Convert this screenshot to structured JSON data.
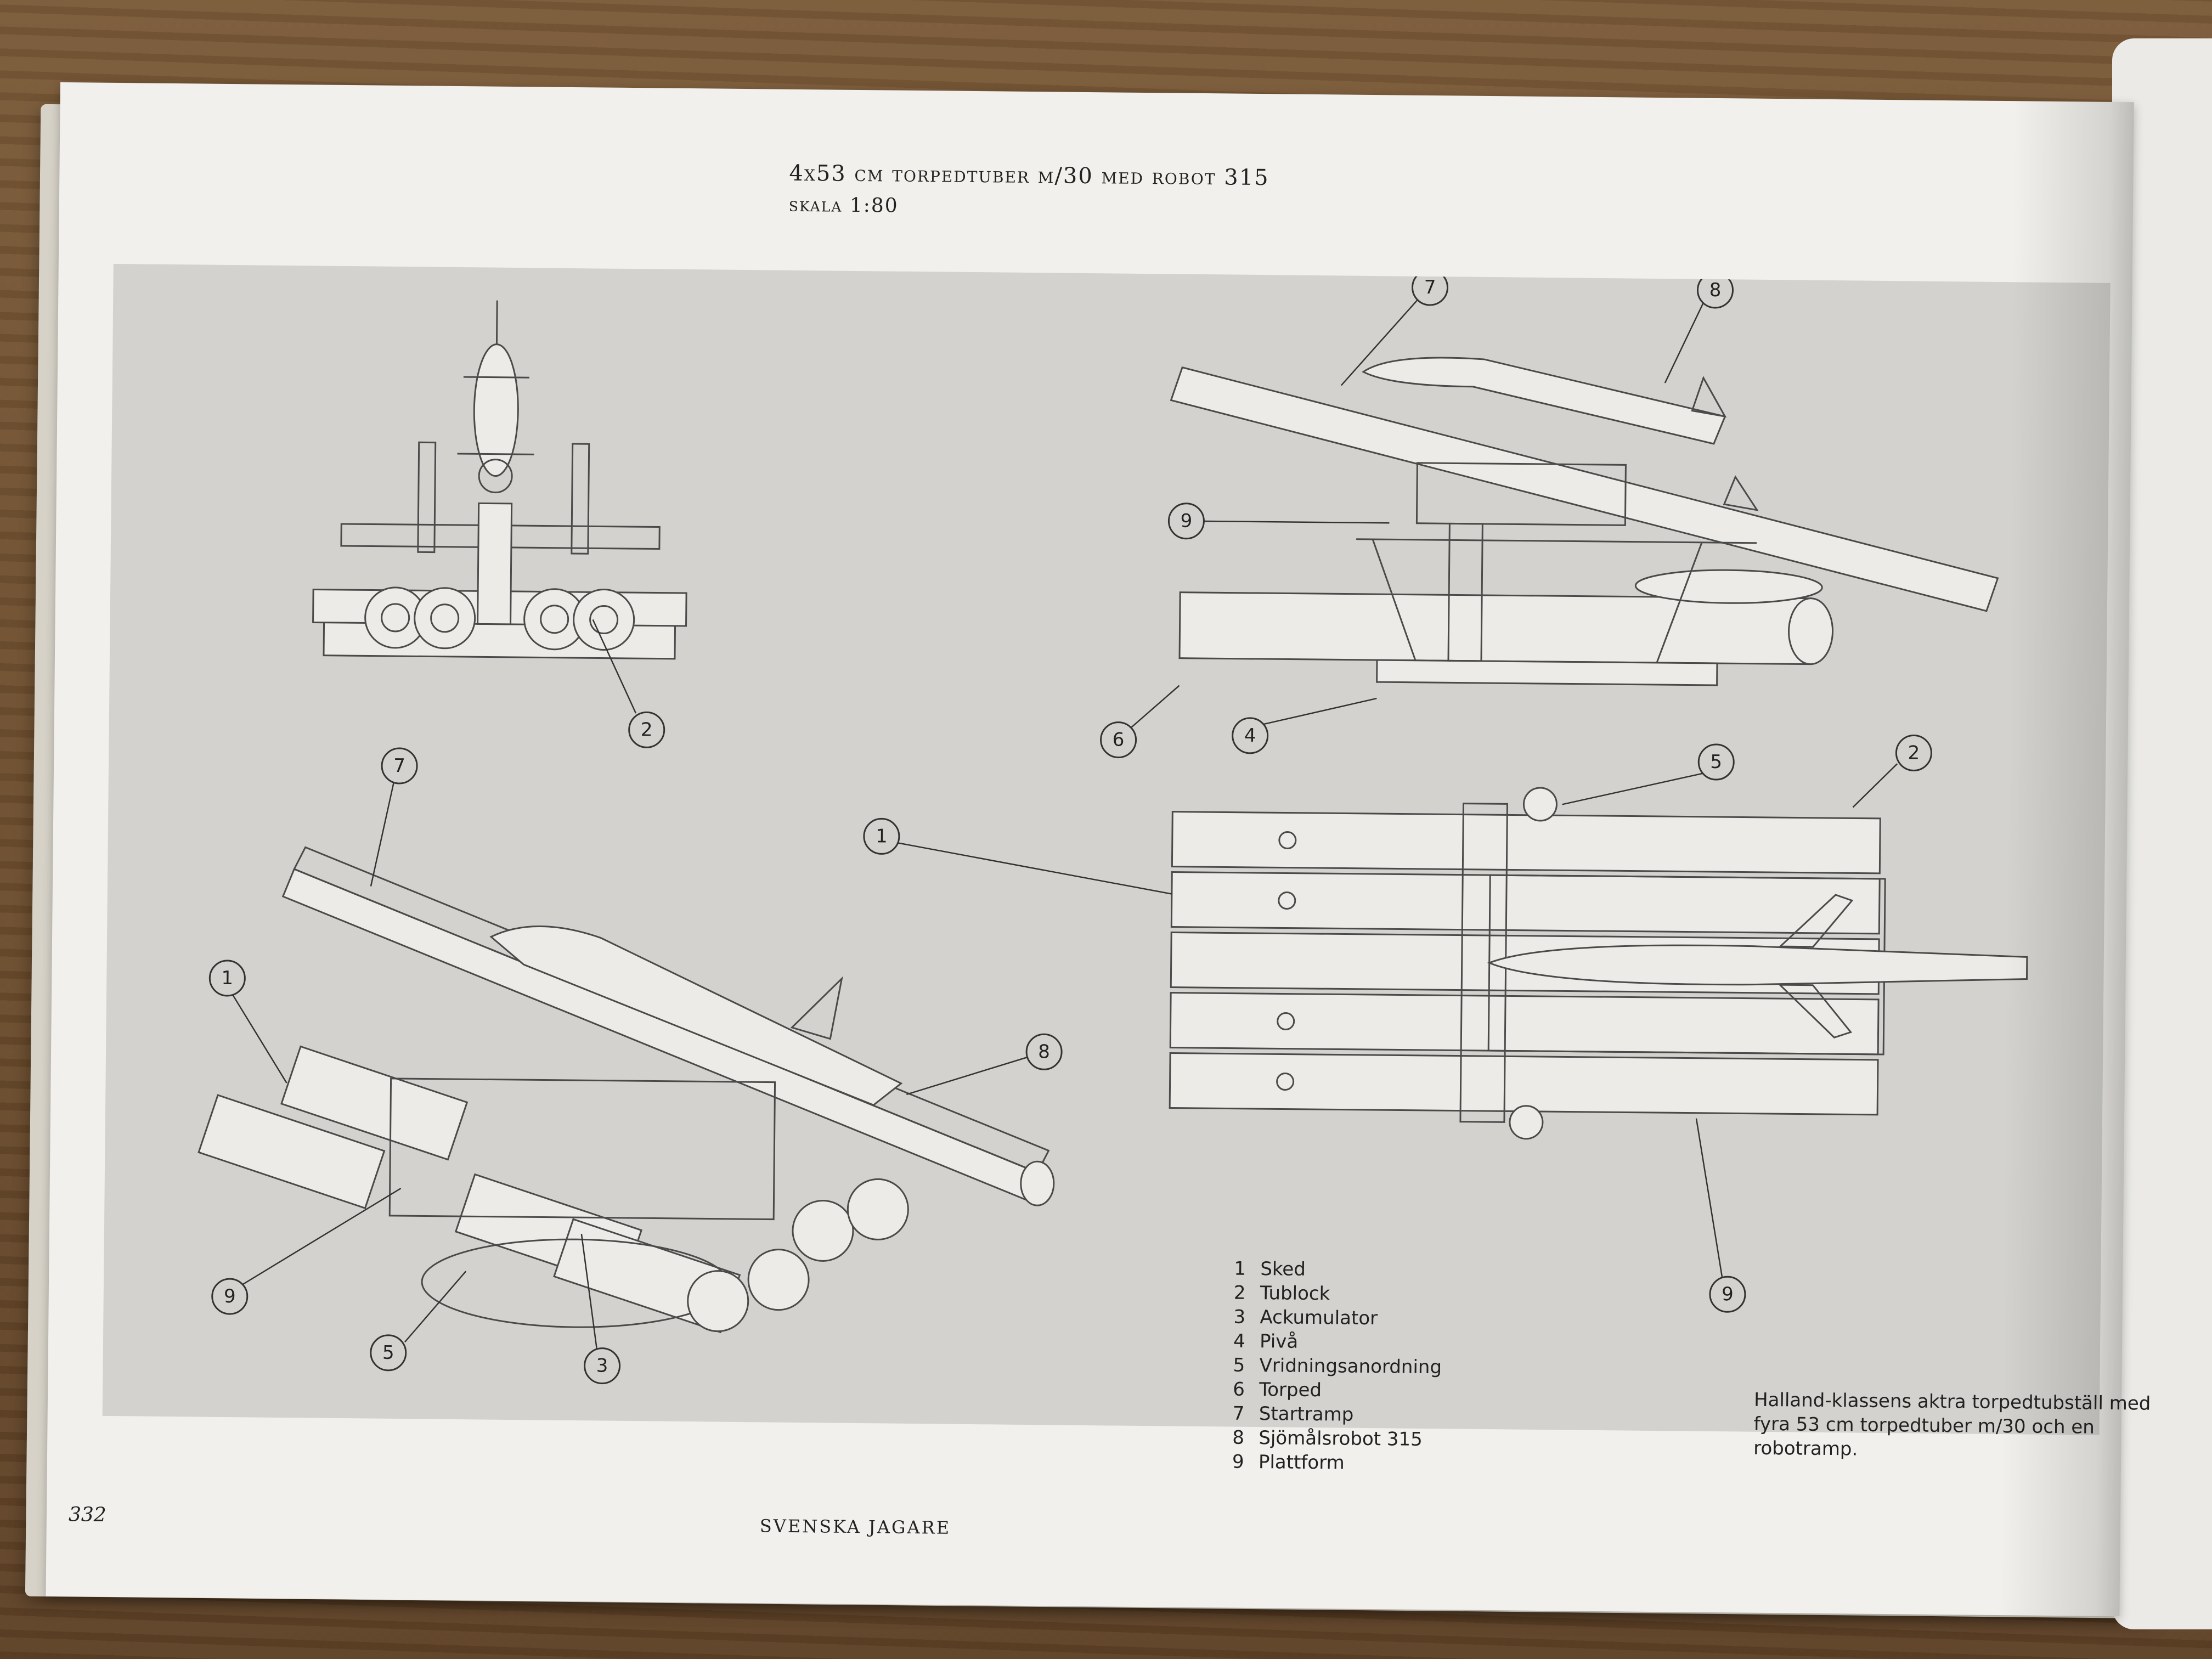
{
  "header": {
    "title": "4x53 cm torpedtuber m/30 med robot 315",
    "scale": "skala 1:80"
  },
  "callouts": {
    "front_2": "2",
    "persp_7": "7",
    "persp_1": "1",
    "persp_8": "8",
    "persp_9": "9",
    "persp_5": "5",
    "persp_3": "3",
    "side_7": "7",
    "side_8": "8",
    "side_9": "9",
    "side_6": "6",
    "side_4": "4",
    "top_5": "5",
    "top_2": "2",
    "top_1": "1",
    "top_9": "9"
  },
  "legend": [
    {
      "num": "1",
      "label": "Sked"
    },
    {
      "num": "2",
      "label": "Tublock"
    },
    {
      "num": "3",
      "label": "Ackumulator"
    },
    {
      "num": "4",
      "label": "Pivå"
    },
    {
      "num": "5",
      "label": "Vridningsanordning"
    },
    {
      "num": "6",
      "label": "Torped"
    },
    {
      "num": "7",
      "label": "Startramp"
    },
    {
      "num": "8",
      "label": "Sjömålsrobot 315"
    },
    {
      "num": "9",
      "label": "Plattform"
    }
  ],
  "caption": "Halland-klassens aktra torpedtubställ med fyra 53 cm torpedtuber m/30 och en robotramp.",
  "footer": {
    "page_number": "332",
    "running_head": "SVENSKA JAGARE"
  },
  "colors": {
    "page": "#f1f0ec",
    "panel": "#d3d2ce",
    "ink": "#222222"
  }
}
